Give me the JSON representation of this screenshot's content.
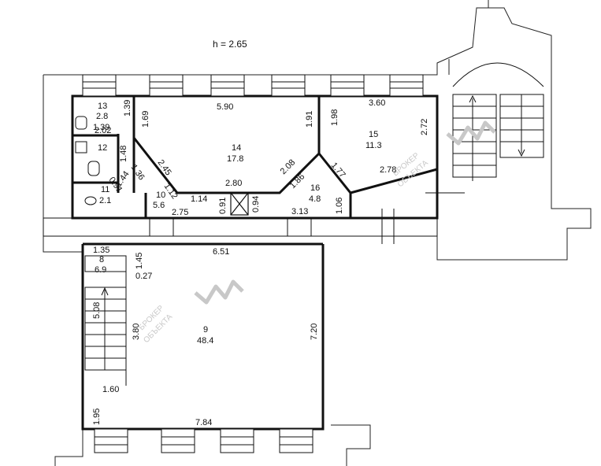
{
  "header": {
    "height": "h = 2.65"
  },
  "rooms": [
    {
      "num": "13",
      "area": "2.8"
    },
    {
      "num": "12",
      "area": ""
    },
    {
      "num": "11",
      "area": "2.1"
    },
    {
      "num": "10",
      "area": "5.6"
    },
    {
      "num": "14",
      "area": "17.8"
    },
    {
      "num": "15",
      "area": "11.3"
    },
    {
      "num": "16",
      "area": "4.8"
    },
    {
      "num": "8",
      "area": "6.9"
    },
    {
      "num": "9",
      "area": "48.4"
    }
  ],
  "dims": {
    "d590": "5.90",
    "d360": "3.60",
    "d169": "1.69",
    "d139": "1.39",
    "d202": "2.02",
    "d191": "1.91",
    "d198": "1.98",
    "d272": "2.72",
    "d148": "1.48",
    "d136": "1.36",
    "d144": "1.44",
    "d091a": "0.91",
    "d245": "2.45",
    "d112": "1.12",
    "d208": "2.08",
    "d186": "1.86",
    "d177": "1.77",
    "d278": "2.78",
    "d280": "2.80",
    "d114": "1.14",
    "d091b": "0.91",
    "d094": "0.94",
    "d275": "2.75",
    "d313": "3.13",
    "d106": "1.06",
    "d135": "1.35",
    "d145": "1.45",
    "d027": "0.27",
    "d651": "6.51",
    "d508": "5.08",
    "d380": "3.80",
    "d720": "7.20",
    "d160": "1.60",
    "d195": "1.95",
    "d784": "7.84"
  },
  "watermark": {
    "line1": "БРОКЕР",
    "line2": "ОБЪЕКТА"
  },
  "colors": {
    "wall": "#111111",
    "watermark": "#c8c8c8"
  }
}
